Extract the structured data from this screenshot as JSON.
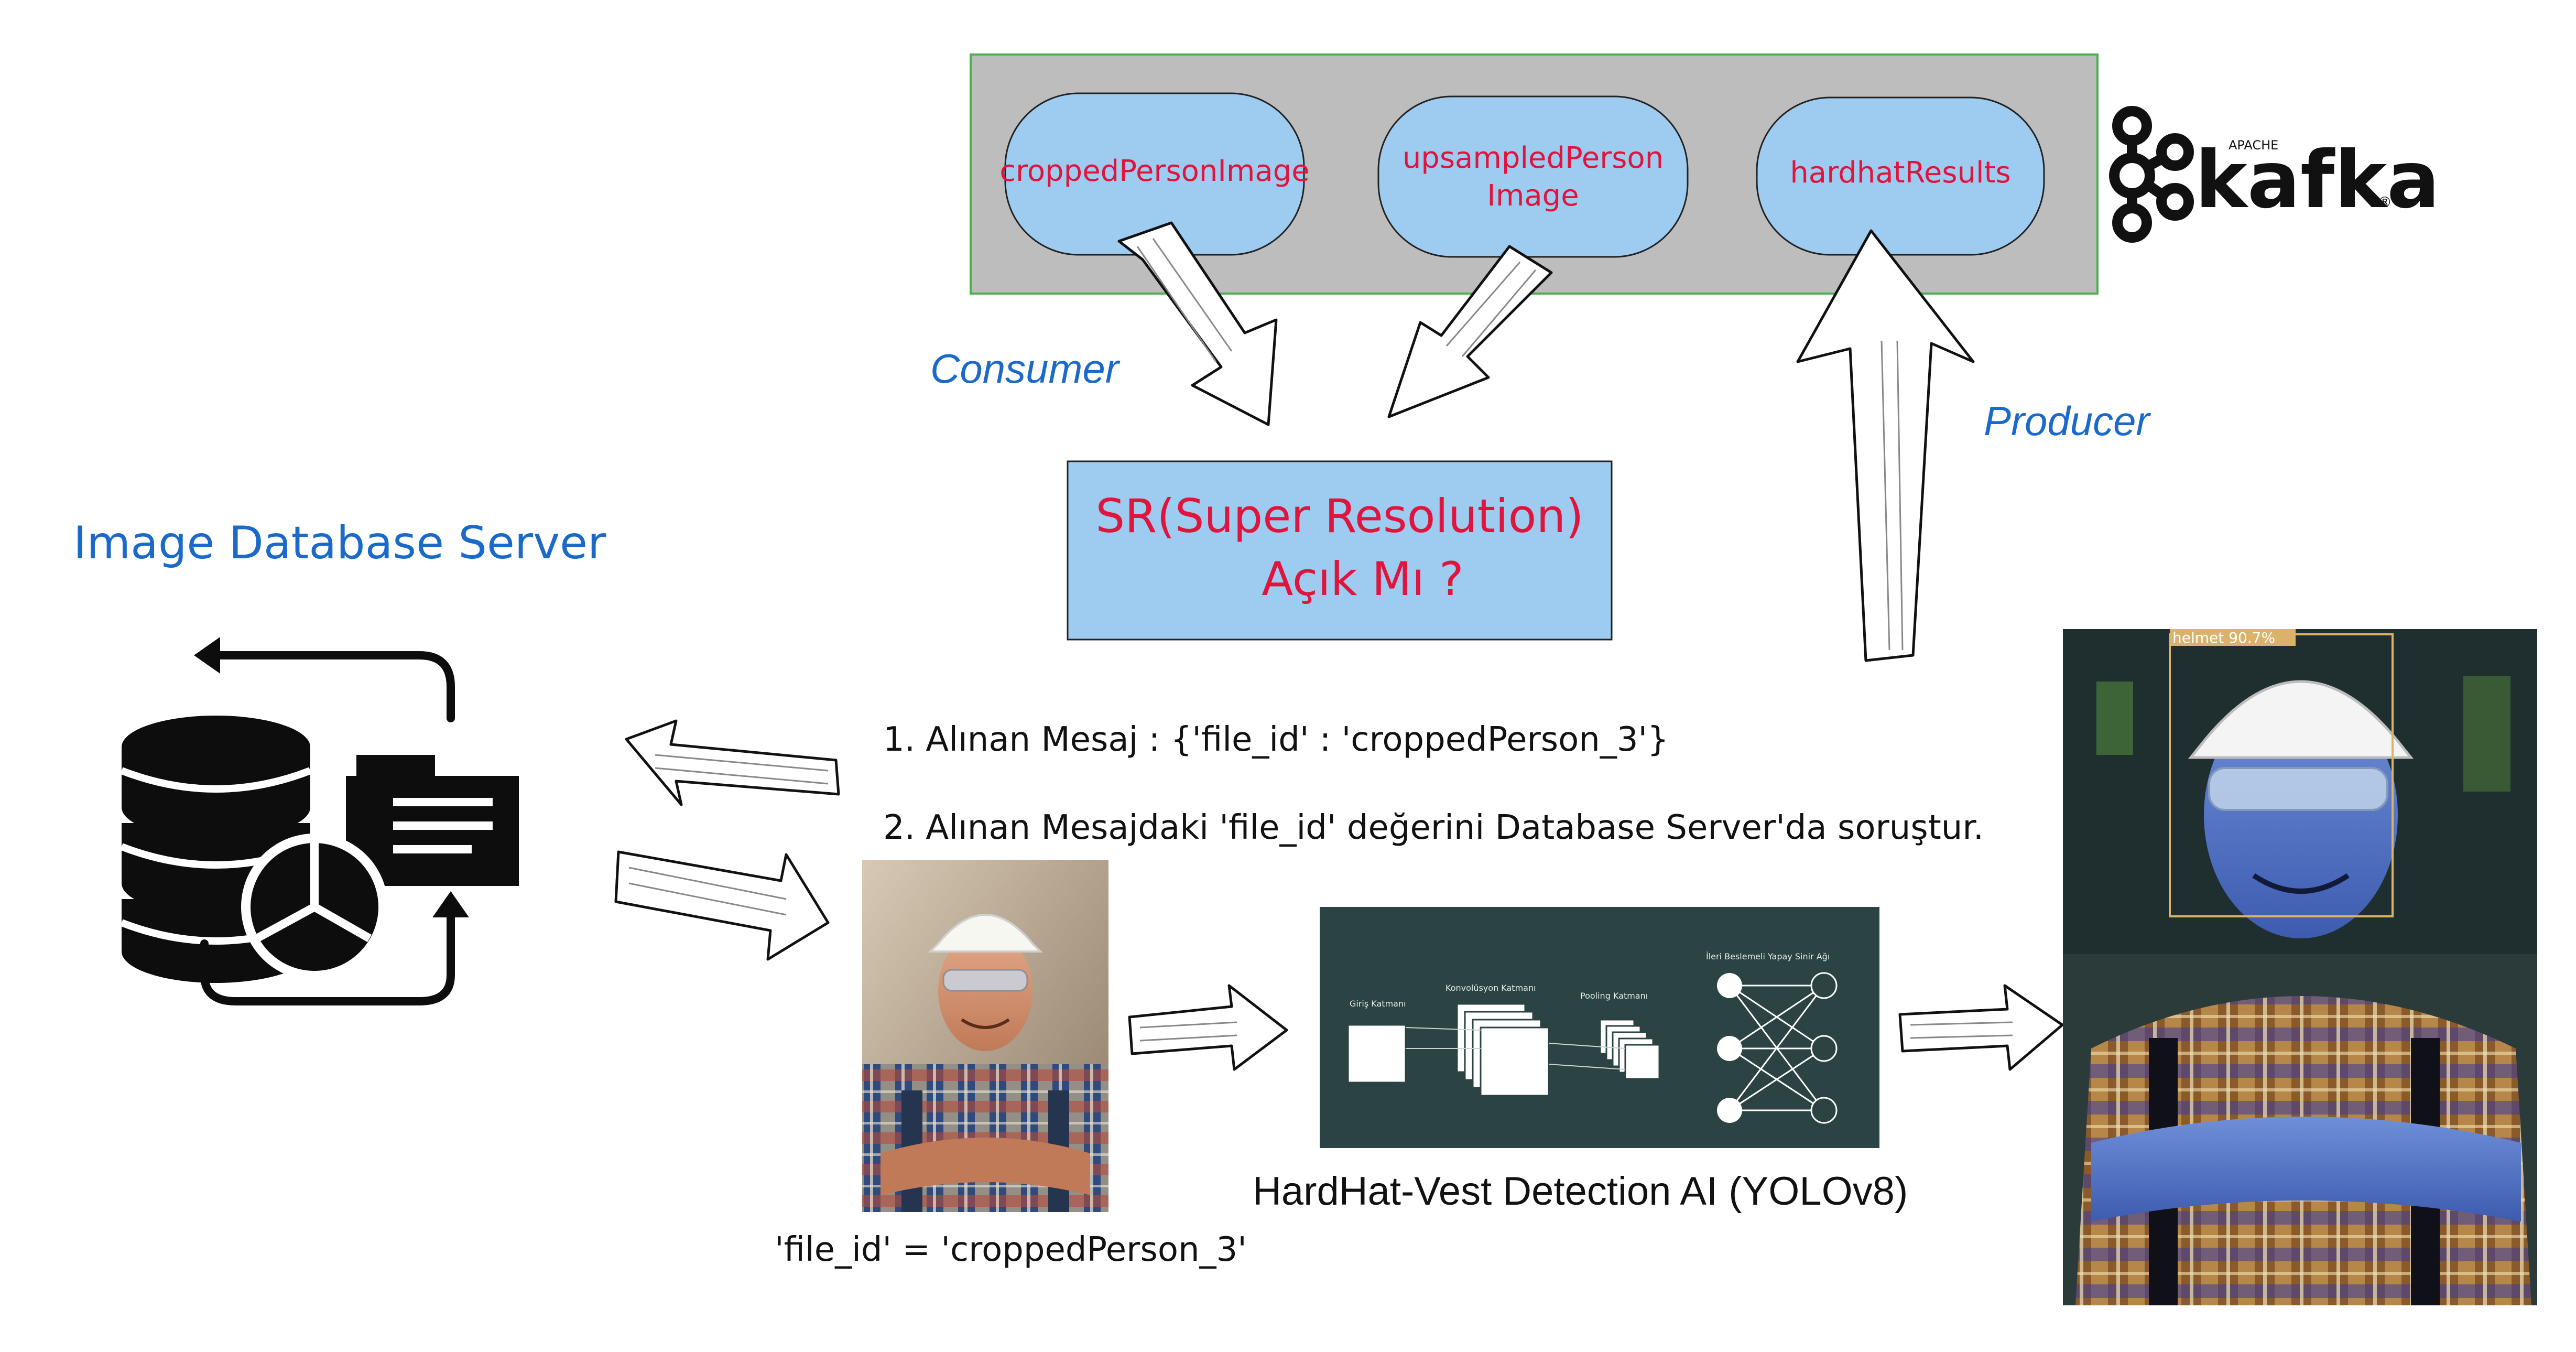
{
  "kafka": {
    "topics": [
      "croppedPersonImage",
      "upsampledPerson\nImage",
      "hardhatResults"
    ],
    "logo_small": "APACHE",
    "logo_word": "kafka",
    "logo_mark": "®"
  },
  "labels": {
    "consumer": "Consumer",
    "producer": "Producer",
    "image_db_server": "Image Database Server",
    "sr_line1": "SR(Super Resolution)",
    "sr_line2": "Açık Mı ?",
    "step1": "1. Alınan Mesaj : {'file_id' : 'croppedPerson_3'}",
    "step2": "2. Alınan Mesajdaki 'file_id' değerini Database Server'da soruştur.",
    "file_id_caption": "'file_id' = 'croppedPerson_3'",
    "ai_caption": "HardHat-Vest Detection AI (YOLOv8)",
    "detection_label": "helmet  90.7%"
  },
  "cnn": {
    "layer_labels": [
      "Giriş Katmanı",
      "Konvolüsyon Katmanı",
      "Pooling Katmanı",
      "İleri Beslemeli Yapay Sinir Ağı"
    ]
  },
  "colors": {
    "kafka_panel": "#bdbdbd",
    "kafka_panel_border": "#4caf50",
    "topic_fill": "#9ecbf0",
    "topic_text": "#e0143c",
    "sr_fill": "#9ecbf0",
    "blue_label": "#1b6ac9",
    "cnn_bg": "#2b4342",
    "detection_box": "#d9b36a"
  }
}
